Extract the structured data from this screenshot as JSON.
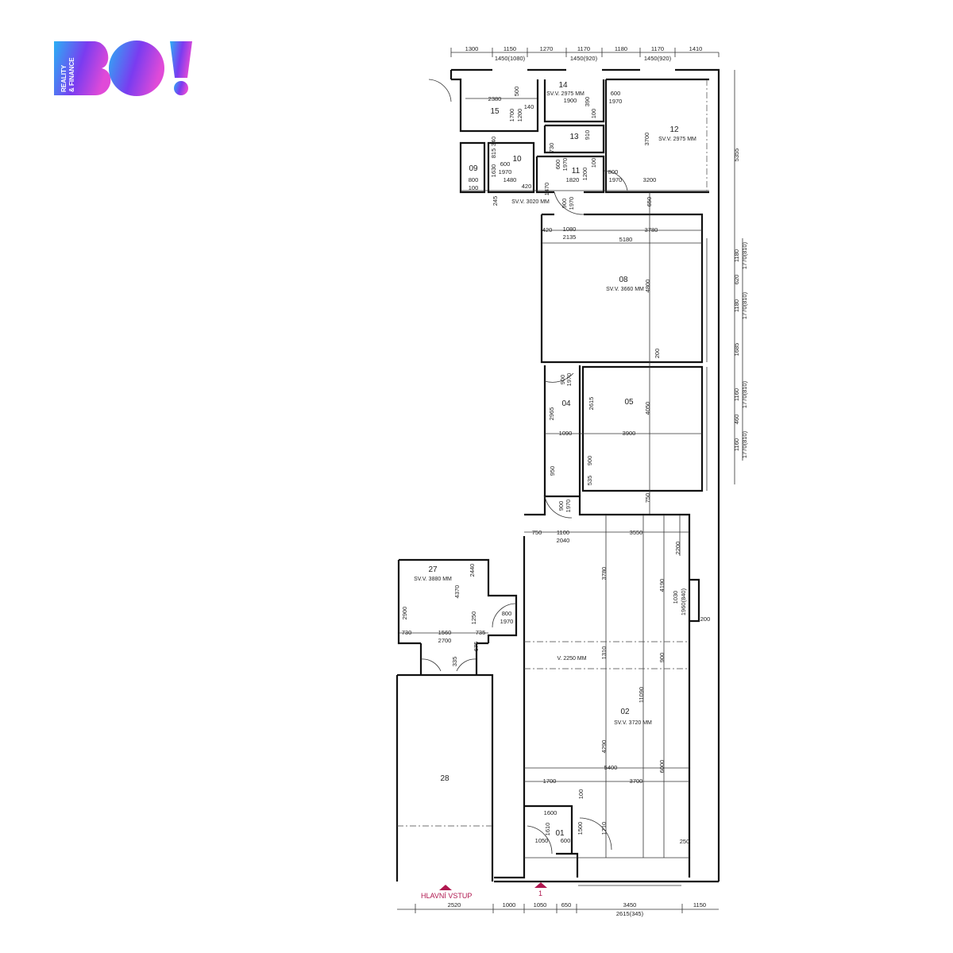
{
  "logo": {
    "letters": "BO!",
    "tagline": "REALITY & FINANCE",
    "colors": [
      "#2ab0f5",
      "#7a3cf0",
      "#e04ad8"
    ]
  },
  "rooms": [
    "15",
    "14",
    "13",
    "12",
    "09",
    "10",
    "11",
    "08",
    "04",
    "05",
    "02",
    "27",
    "28",
    "01"
  ],
  "notes": [
    "SV.V. 2975 MM",
    "SV.V. 2975 MM",
    "SV.V. 3020 MM",
    "SV.V. 3660 MM",
    "SV.V. 3720 MM",
    "SV.V. 3880 MM",
    "V. 2250 MM"
  ],
  "entrance": {
    "main_label": "HLAVNÍ VSTUP",
    "secondary_label": "1",
    "color": "#b0174f"
  },
  "dimensions": {
    "top": [
      "1300",
      "1150",
      "1450(1080)",
      "1270",
      "1170",
      "1450(920)",
      "1180",
      "1170",
      "1450(920)",
      "1410"
    ],
    "bottom": [
      "2520",
      "1000",
      "1050",
      "650",
      "3450",
      "2615(345)",
      "1150"
    ],
    "right": [
      "5355",
      "1180",
      "1770(810)",
      "620",
      "1180",
      "1770(810)",
      "1685",
      "1160",
      "1770(810)",
      "460",
      "1160",
      "1770(810)"
    ],
    "interior": [
      "2380",
      "500",
      "1700",
      "1200",
      "140",
      "1900",
      "600",
      "1970",
      "3700",
      "3200",
      "800",
      "1970",
      "100",
      "800",
      "1480",
      "420",
      "600",
      "1970",
      "1820",
      "900",
      "1970",
      "5180",
      "420",
      "1080",
      "2135",
      "3780",
      "650",
      "4800",
      "200",
      "2615",
      "3900",
      "1090",
      "4050",
      "2965",
      "950",
      "900",
      "535",
      "750",
      "750",
      "1100",
      "2040",
      "3550",
      "3780",
      "4190",
      "2200",
      "1030",
      "1960(840)",
      "200",
      "1310",
      "900",
      "11090",
      "4290",
      "6000",
      "5400",
      "1700",
      "3700",
      "1600",
      "1610",
      "1050",
      "600",
      "1500",
      "1710",
      "100",
      "250",
      "2440",
      "4370",
      "2900",
      "1250",
      "800",
      "1970",
      "730",
      "1560",
      "2700",
      "735",
      "675",
      "335",
      "340",
      "815",
      "1630",
      "730",
      "600",
      "1970",
      "1200",
      "100",
      "390",
      "100",
      "910",
      "245",
      "1470",
      "900",
      "1970",
      "900",
      "1970"
    ]
  }
}
